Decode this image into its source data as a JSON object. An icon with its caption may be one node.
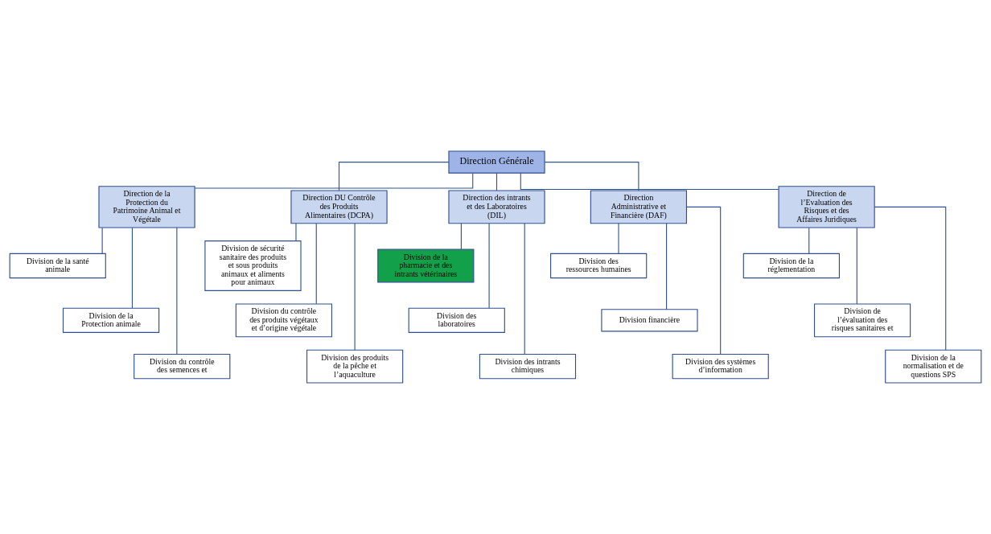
{
  "diagram": {
    "nodes": [
      {
        "text": [
          "Direction Générale"
        ]
      },
      {
        "text": [
          "Direction de la Protection du Patrimoine Animal et Végétale"
        ]
      },
      {
        "text": [
          "Division de la santé animale"
        ]
      },
      {
        "text": [
          "Division de la Protection animale"
        ]
      },
      {
        "text": [
          "Division du contrôle des semences et"
        ]
      },
      {
        "text": [
          "Direction DU Contrôle des Produits Alimentaires (DCPA)"
        ]
      },
      {
        "text": [
          "Division de sécurité sanitaire des produits et sous produits animaux et aliments pour animaux"
        ]
      },
      {
        "text": [
          "Division du contrôle des produits végétaux et d’origine végétale"
        ]
      },
      {
        "text": [
          "Division des produits de la pêche et l’aquaculture"
        ]
      },
      {
        "text": [
          "Direction des intrants et des Laboratoires (DIL)"
        ]
      },
      {
        "text": [
          "Division de la pharmacie et des intrants vétérinaires"
        ]
      },
      {
        "text": [
          "Division des laboratoires"
        ]
      },
      {
        "text": [
          "Division des intrants chimiques"
        ]
      },
      {
        "text": [
          "Direction Administrative et Financière (DAF)"
        ]
      },
      {
        "text": [
          "Division des ressources humaines"
        ]
      },
      {
        "text": [
          "Division financière"
        ]
      },
      {
        "text": [
          "Division des systèmes d’information"
        ]
      },
      {
        "text": [
          "Direction de l’Evaluation des Risques et des Affaires Juridiques"
        ]
      },
      {
        "text": [
          "Division de la réglementation"
        ]
      },
      {
        "text": [
          "Division de l’évaluation des risques sanitaires et"
        ]
      },
      {
        "text": [
          "Division de la normalisation et de questions SPS"
        ]
      }
    ],
    "edges": [
      {
        "from": 0,
        "to": 1,
        "arrow": "none"
      },
      {
        "from": 0,
        "to": 5,
        "arrow": "none"
      },
      {
        "from": 0,
        "to": 9,
        "arrow": "none"
      },
      {
        "from": 0,
        "to": 13,
        "arrow": "none"
      },
      {
        "from": 0,
        "to": 17,
        "arrow": "none"
      },
      {
        "from": 1,
        "to": 2,
        "arrow": "none"
      },
      {
        "from": 1,
        "to": 3,
        "arrow": "none"
      },
      {
        "from": 1,
        "to": 4,
        "arrow": "none"
      },
      {
        "from": 5,
        "to": 6,
        "arrow": "none"
      },
      {
        "from": 5,
        "to": 7,
        "arrow": "none"
      },
      {
        "from": 5,
        "to": 8,
        "arrow": "none"
      },
      {
        "from": 9,
        "to": 10,
        "arrow": "none"
      },
      {
        "from": 9,
        "to": 11,
        "arrow": "none"
      },
      {
        "from": 9,
        "to": 12,
        "arrow": "none"
      },
      {
        "from": 13,
        "to": 14,
        "arrow": "none"
      },
      {
        "from": 13,
        "to": 15,
        "arrow": "none"
      },
      {
        "from": 13,
        "to": 16,
        "arrow": "none"
      },
      {
        "from": 17,
        "to": 18,
        "arrow": "none"
      },
      {
        "from": 17,
        "to": 19,
        "arrow": "none"
      },
      {
        "from": 17,
        "to": 20,
        "arrow": "none"
      }
    ]
  }
}
